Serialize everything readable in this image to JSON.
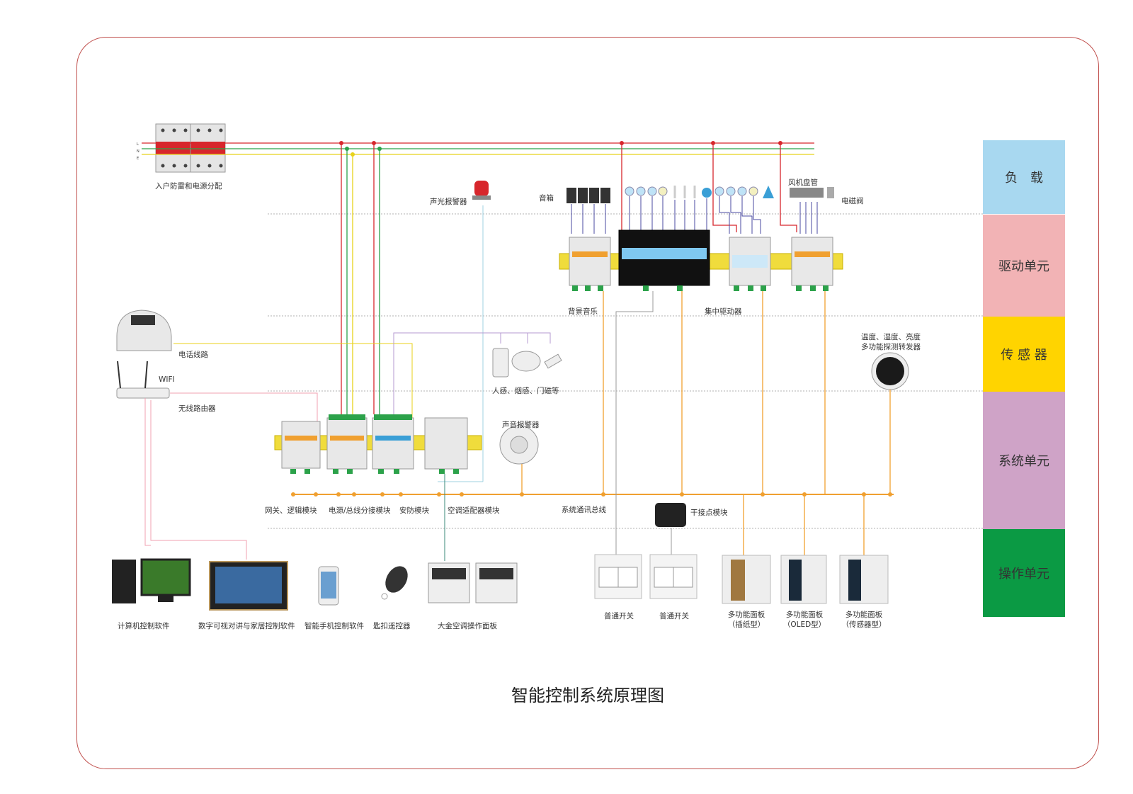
{
  "title": "智能控制系统原理图",
  "bands": {
    "load": "负　载",
    "drive": "驱动单元",
    "sensor": "传 感 器",
    "system": "系统单元",
    "operation": "操作单元"
  },
  "band_colors": {
    "load": "#a8d8f0",
    "drive": "#f2b3b5",
    "sensor": "#ffd400",
    "system": "#cfa3c7",
    "operation": "#0b9a44"
  },
  "wire_colors": {
    "L": "#d7262c",
    "N": "#2ca24a",
    "E": "#e8d21a",
    "bus": "#f0a030"
  },
  "power": {
    "label": "入户防雷和电源分配",
    "lines": [
      "L",
      "N",
      "E"
    ]
  },
  "load": {
    "alarm_light": "声光报警器",
    "speaker": "音箱",
    "fan_coil": "风机盘管",
    "solenoid_valve": "电磁阀"
  },
  "drive": {
    "background_music": "背景音乐",
    "central_driver": "集中驱动器"
  },
  "sensor": {
    "phone_line": "电话线路",
    "wifi": "WIFI",
    "router": "无线路由器",
    "motion_smoke_door": "人感、烟感、门磁等",
    "multi_sensor": "温度、湿度、亮度\n多功能探测转发器"
  },
  "system": {
    "gateway": "网关、逻辑模块",
    "power_bus": "电源/总线分接模块",
    "security": "安防模块",
    "ac_adapter": "空调适配器模块",
    "sound_alarm": "声音报警器",
    "bus": "系统通讯总线",
    "dry_contact": "干接点模块"
  },
  "operation": {
    "pc": "计算机控制软件",
    "intercom": "数字可视对讲与家居控制软件",
    "phone_app": "智能手机控制软件",
    "keyfob": "匙扣遥控器",
    "ac_panel": "大金空调操作面板",
    "switch1": "普通开关",
    "switch2": "普通开关",
    "panel_card": "多功能面板\n（插纸型）",
    "panel_oled": "多功能面板\n（OLED型）",
    "panel_sensor": "多功能面板\n（传感器型）"
  }
}
